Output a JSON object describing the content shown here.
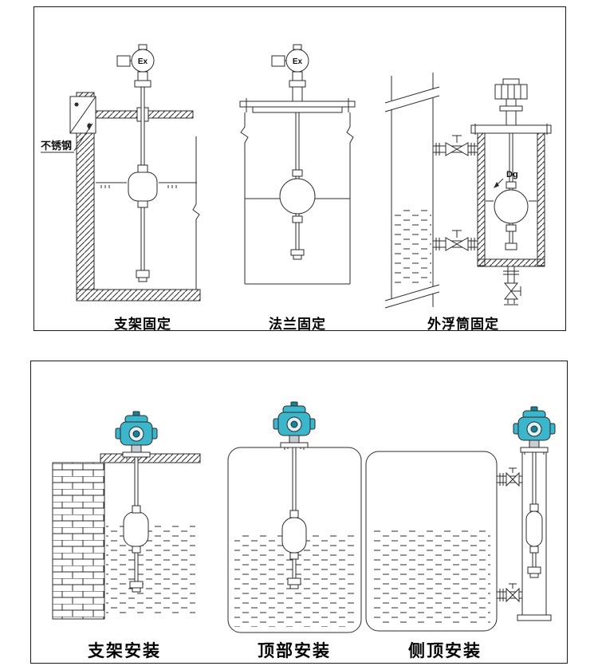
{
  "colors": {
    "line": "#2b2b2b",
    "transmitter_teal": "#3bb6cb",
    "transmitter_teal_dark": "#17839a",
    "panel_border": "#1a1a1a"
  },
  "top_panel": {
    "diagrams": [
      {
        "caption": "支架固定",
        "head_label": "Ex",
        "annotation": "不锈钢"
      },
      {
        "caption": "法兰固定",
        "head_label": "Ex"
      },
      {
        "caption": "外浮筒固定",
        "chamber_label": "Dg"
      }
    ]
  },
  "bottom_panel": {
    "diagrams": [
      {
        "caption": "支架安装"
      },
      {
        "caption": "顶部安装"
      },
      {
        "caption": "侧顶安装"
      }
    ]
  }
}
